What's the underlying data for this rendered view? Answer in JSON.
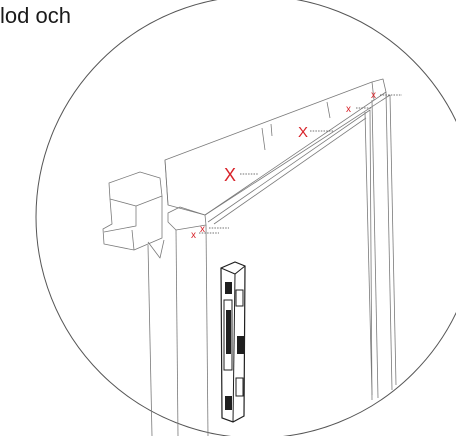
{
  "caption": {
    "text": "lod och"
  },
  "marks": [
    {
      "id": "x-large",
      "text": "X"
    },
    {
      "id": "x-medium",
      "text": "X"
    },
    {
      "id": "x-small-1",
      "text": "x"
    },
    {
      "id": "x-small-2",
      "text": "x"
    },
    {
      "id": "x-left-1",
      "text": "x"
    },
    {
      "id": "x-left-2",
      "text": "x"
    }
  ],
  "colors": {
    "mark": "#d8232a",
    "line": "#7a7a7a",
    "level": "#1f1f1f"
  }
}
